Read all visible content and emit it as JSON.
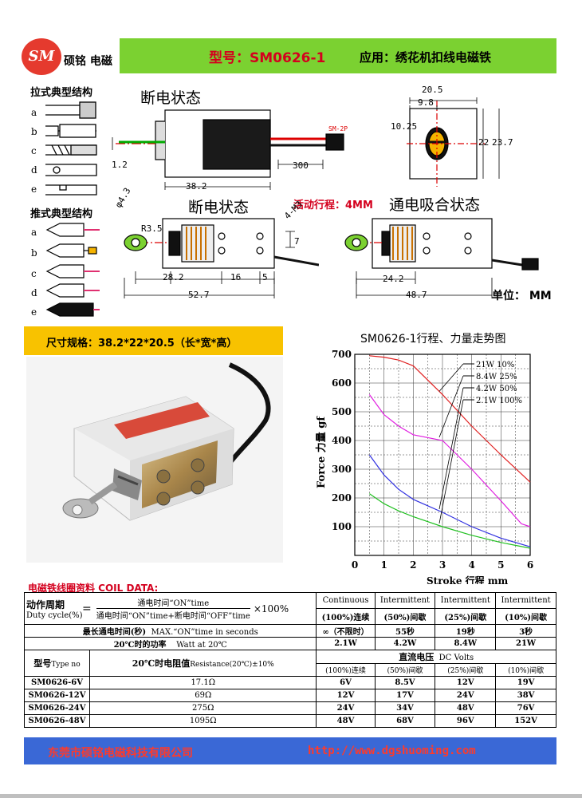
{
  "header": {
    "logo_mark": "SM",
    "logo_text": "硕铭 电磁",
    "model_title": "型号：SM0626-1",
    "application": "应用：绣花机扣线电磁铁"
  },
  "pull_types": {
    "title": "拉式典型结构",
    "letters": [
      "a",
      "b",
      "c",
      "d",
      "e"
    ]
  },
  "push_types": {
    "title": "推式典型结构",
    "letters": [
      "a",
      "b",
      "c",
      "d",
      "e"
    ]
  },
  "drawing": {
    "off_state_1": "断电状态",
    "off_state_2": "断电状态",
    "on_state": "通电吸合状态",
    "stroke": "活动行程：4MM",
    "unit": "单位： MM",
    "dims": {
      "w38_2": "38.2",
      "lead300": "300",
      "d1_2": "1.2",
      "sm2p": "SM-2P",
      "w20_5": "20.5",
      "w9_8": "9.8",
      "h10_25": "10.25",
      "h22": "22",
      "h23_7": "23.7",
      "phi4_3": "φ4.3",
      "r3_5": "R3.5",
      "m3": "4-M3",
      "h7": "7",
      "w28_2": "28.2",
      "w16": "16",
      "w5": "5",
      "w52_7": "52.7",
      "w24_2": "24.2",
      "w48_7": "48.7"
    }
  },
  "spec": "尺寸规格：38.2*22*20.5（长*宽*高）",
  "chart_data": {
    "type": "line",
    "title": "SM0626-1行程、力量走势图",
    "xlabel": "Stroke 行程 mm",
    "ylabel": "Force 力量 gf",
    "x_ticks": [
      "0",
      "1",
      "2",
      "3",
      "4",
      "5",
      "6"
    ],
    "y_ticks": [
      "100",
      "200",
      "300",
      "400",
      "500",
      "600",
      "700"
    ],
    "xlim": [
      0,
      6
    ],
    "ylim": [
      0,
      700
    ],
    "series": [
      {
        "name": "21W 10%",
        "color": "#e02020",
        "x": [
          0.5,
          1,
          1.5,
          2,
          3,
          4,
          5,
          6
        ],
        "y": [
          695,
          690,
          680,
          660,
          560,
          450,
          350,
          255
        ]
      },
      {
        "name": "8.4W 25%",
        "color": "#e020e0",
        "x": [
          0.5,
          1,
          1.5,
          2,
          3,
          4,
          5,
          5.7,
          6
        ],
        "y": [
          560,
          490,
          450,
          420,
          400,
          300,
          190,
          110,
          100
        ]
      },
      {
        "name": "4.2W 50%",
        "color": "#3030e0",
        "x": [
          0.5,
          1,
          1.5,
          2,
          3,
          4,
          5,
          6
        ],
        "y": [
          350,
          280,
          230,
          195,
          150,
          100,
          60,
          30
        ]
      },
      {
        "name": "2.1W 100%",
        "color": "#20c020",
        "x": [
          0.5,
          1,
          1.5,
          2,
          3,
          4,
          5,
          6
        ],
        "y": [
          215,
          180,
          155,
          135,
          100,
          70,
          45,
          25
        ]
      }
    ]
  },
  "coil": {
    "label": "电磁铁线圈资料 COIL DATA:",
    "duty_label": "动作周期",
    "duty_label_en": "Duty cycle(%)",
    "duty_num": "通电时间“ON”time",
    "duty_den": "通电时间“ON”time+断电时间“OFF”time",
    "duty_x": "×100%",
    "max_on_label": "最长通电时间(秒)",
    "max_on_label_en": "MAX.“ON”time in seconds",
    "power_label": "20℃时的功率",
    "power_label_en": "Watt at 20℃",
    "cols": [
      {
        "en": "Continuous",
        "cn": "(100%)连续",
        "max_on": "∞（不限时）",
        "power": "2.1W",
        "volt_head": "(100%)连续"
      },
      {
        "en": "Intermittent",
        "cn": "(50%)间歇",
        "max_on": "55秒",
        "power": "4.2W",
        "volt_head": "(50%)间歇"
      },
      {
        "en": "Intermittent",
        "cn": "(25%)间歇",
        "max_on": "19秒",
        "power": "8.4W",
        "volt_head": "(25%)间歇"
      },
      {
        "en": "Intermittent",
        "cn": "(10%)间歇",
        "max_on": "3秒",
        "power": "21W",
        "volt_head": "(10%)间歇"
      }
    ],
    "type_head": "型号",
    "type_head_en": "Type no",
    "res_head": "20℃时电阻值",
    "res_head_en": "Resistance(20℃)±10%",
    "volt_head": "直流电压",
    "volt_head_en": "DC Volts",
    "rows": [
      {
        "type": "SM0626-6V",
        "res": "17.1Ω",
        "v": [
          "6V",
          "8.5V",
          "12V",
          "19V"
        ]
      },
      {
        "type": "SM0626-12V",
        "res": "69Ω",
        "v": [
          "12V",
          "17V",
          "24V",
          "38V"
        ]
      },
      {
        "type": "SM0626-24V",
        "res": "275Ω",
        "v": [
          "24V",
          "34V",
          "48V",
          "76V"
        ]
      },
      {
        "type": "SM0626-48V",
        "res": "1095Ω",
        "v": [
          "48V",
          "68V",
          "96V",
          "152V"
        ]
      }
    ]
  },
  "footer": {
    "company": "东莞市硕铭电磁科技有限公司",
    "website": "http://www.dgshuoming.com"
  }
}
